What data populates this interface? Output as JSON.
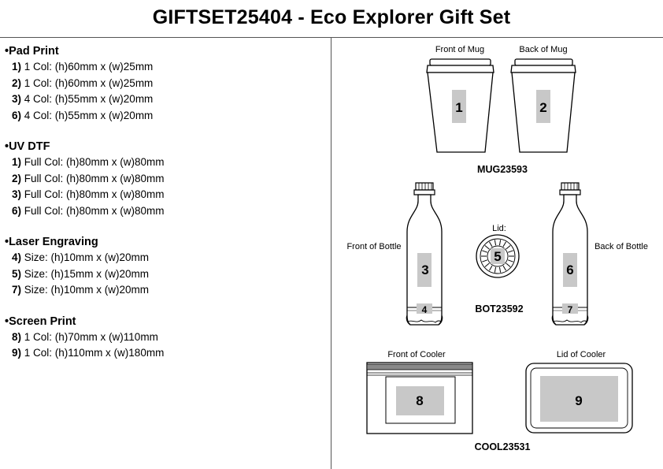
{
  "title": "GIFTSET25404 - Eco Explorer Gift Set",
  "bullet": "•",
  "sections": [
    {
      "name": "Pad Print",
      "items": [
        {
          "num": "1)",
          "text": "1 Col: (h)60mm x (w)25mm"
        },
        {
          "num": "2)",
          "text": "1 Col: (h)60mm x (w)25mm"
        },
        {
          "num": "3)",
          "text": "4 Col: (h)55mm x (w)20mm"
        },
        {
          "num": "6)",
          "text": "4 Col: (h)55mm x (w)20mm"
        }
      ]
    },
    {
      "name": "UV DTF",
      "items": [
        {
          "num": "1)",
          "text": "Full Col: (h)80mm x (w)80mm"
        },
        {
          "num": "2)",
          "text": "Full Col: (h)80mm x (w)80mm"
        },
        {
          "num": "3)",
          "text": "Full Col: (h)80mm x (w)80mm"
        },
        {
          "num": "6)",
          "text": "Full Col: (h)80mm x (w)80mm"
        }
      ]
    },
    {
      "name": "Laser Engraving",
      "items": [
        {
          "num": "4)",
          "text": "Size: (h)10mm x (w)20mm"
        },
        {
          "num": "5)",
          "text": "Size: (h)15mm x (w)20mm"
        },
        {
          "num": "7)",
          "text": "Size: (h)10mm x (w)20mm"
        }
      ]
    },
    {
      "name": "Screen Print",
      "items": [
        {
          "num": "8)",
          "text": "1 Col: (h)70mm x (w)110mm"
        },
        {
          "num": "9)",
          "text": "1 Col: (h)110mm x (w)180mm"
        }
      ]
    }
  ],
  "diagram": {
    "mug": {
      "front_label": "Front of Mug",
      "back_label": "Back of Mug",
      "code": "MUG23593",
      "area_front": "1",
      "area_back": "2"
    },
    "bottle": {
      "front_label": "Front of Bottle",
      "back_label": "Back of Bottle",
      "lid_label": "Lid:",
      "code": "BOT23592",
      "area_front": "3",
      "area_front_base": "4",
      "area_lid": "5",
      "area_back": "6",
      "area_back_base": "7"
    },
    "cooler": {
      "front_label": "Front of Cooler",
      "lid_label": "Lid of Cooler",
      "code": "COOL23531",
      "area_front": "8",
      "area_lid": "9"
    }
  },
  "colors": {
    "print_area": "#c8c8c8",
    "line": "#000000",
    "divider": "#555555"
  }
}
